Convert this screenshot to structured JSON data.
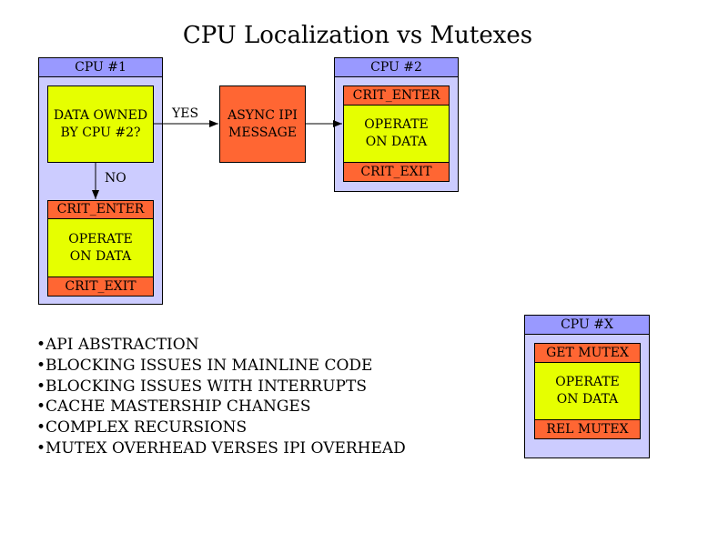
{
  "title": "CPU Localization vs Mutexes",
  "cpu1": {
    "header": "CPU #1",
    "decision": "DATA OWNED BY CPU #2?",
    "crit_enter": "CRIT_ENTER",
    "operate": "OPERATE ON DATA",
    "crit_exit": "CRIT_EXIT"
  },
  "labels": {
    "yes": "YES",
    "no": "NO"
  },
  "async_box": "ASYNC IPI MESSAGE",
  "cpu2": {
    "header": "CPU #2",
    "crit_enter": "CRIT_ENTER",
    "operate": "OPERATE ON DATA",
    "crit_exit": "CRIT_EXIT"
  },
  "cpux": {
    "header": "CPU #X",
    "get_mutex": "GET MUTEX",
    "operate": "OPERATE ON DATA",
    "rel_mutex": "REL MUTEX"
  },
  "bullets": [
    "•API ABSTRACTION",
    "•BLOCKING ISSUES IN MAINLINE CODE",
    "•BLOCKING ISSUES WITH INTERRUPTS",
    "•CACHE MASTERSHIP CHANGES",
    "•COMPLEX RECURSIONS",
    "•MUTEX OVERHEAD VERSES IPI OVERHEAD"
  ],
  "colors": {
    "cpu_panel": "#ccccff",
    "cpu_header": "#9999ff",
    "data_box": "#e6ff00",
    "crit_box": "#ff6633"
  }
}
